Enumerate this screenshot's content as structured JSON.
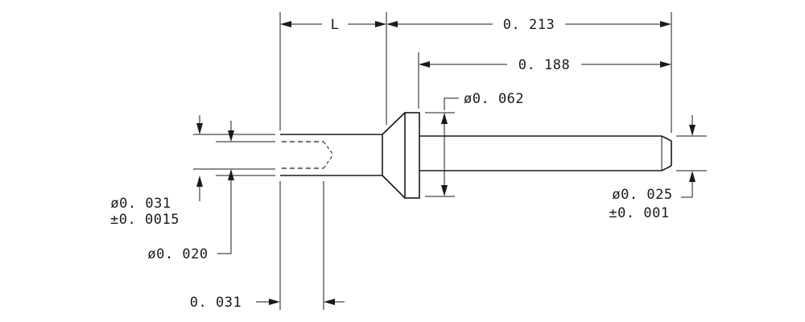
{
  "dimensions": {
    "length_L": "L",
    "overall_length": "0. 213",
    "shank_length": "0. 188",
    "head_diameter": "ø0. 062",
    "tail_diameter": "ø0. 031",
    "tail_diameter_tolerance": "±0. 0015",
    "bore_diameter": "ø0. 020",
    "bore_depth": "0. 031",
    "tip_diameter": "ø0. 025",
    "tip_diameter_tolerance": "±0. 001"
  }
}
